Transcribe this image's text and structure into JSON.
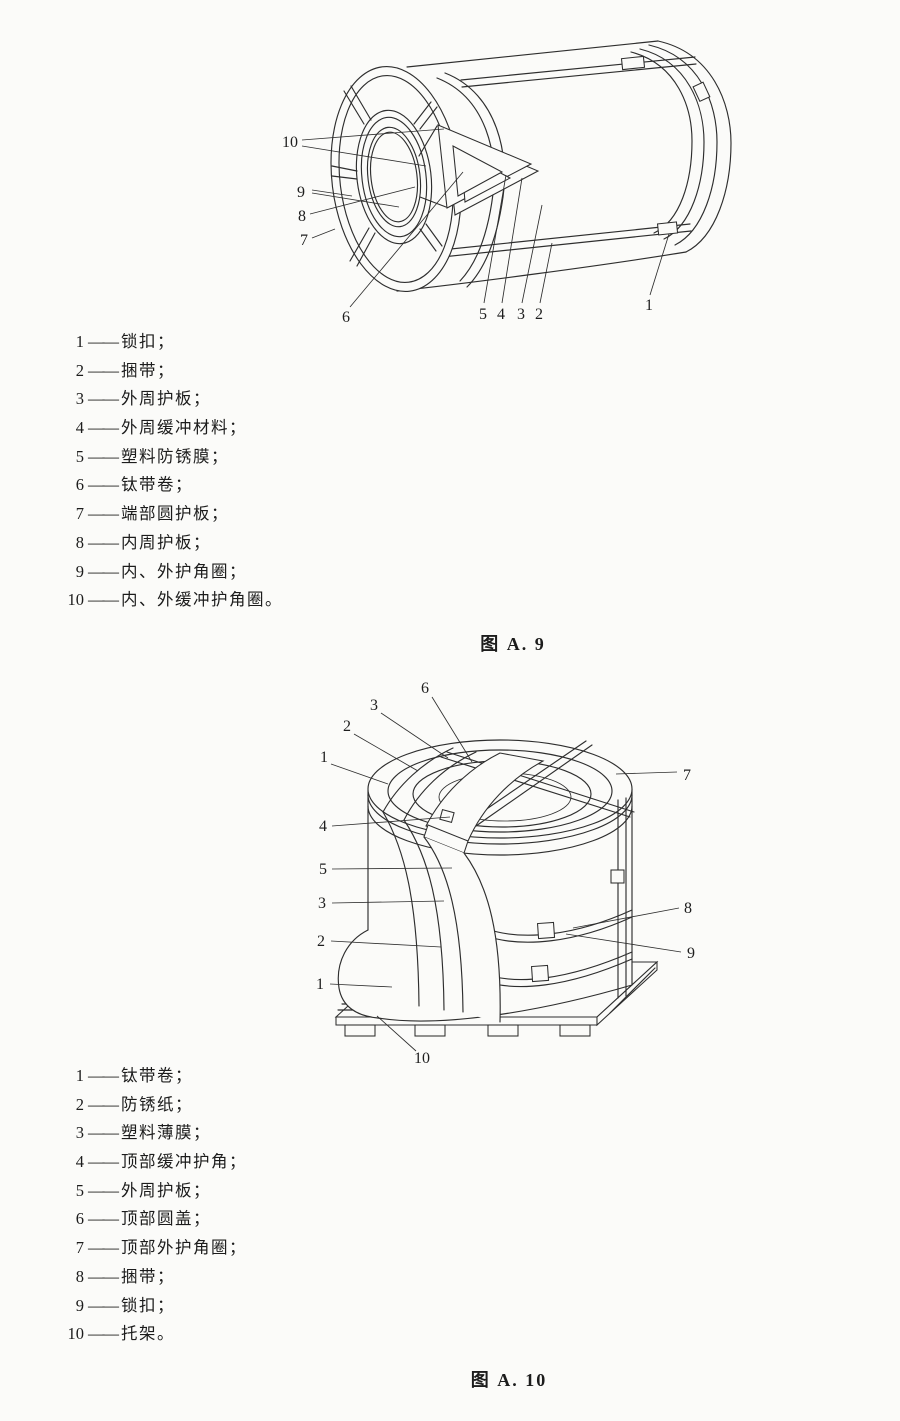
{
  "page": {
    "background": "#fbfbf9",
    "ink": "#2e2e2e",
    "text_color": "#1c1c1c"
  },
  "shared": {
    "dash": "——"
  },
  "figure_a9": {
    "caption": "图 A. 9",
    "callouts": [
      "10",
      "9",
      "8",
      "7",
      "6",
      "5",
      "4",
      "3",
      "2",
      "1"
    ],
    "legend": [
      {
        "num": "1",
        "text": "锁扣；"
      },
      {
        "num": "2",
        "text": "捆带；"
      },
      {
        "num": "3",
        "text": "外周护板；"
      },
      {
        "num": "4",
        "text": "外周缓冲材料；"
      },
      {
        "num": "5",
        "text": "塑料防锈膜；"
      },
      {
        "num": "6",
        "text": "钛带卷；"
      },
      {
        "num": "7",
        "text": "端部圆护板；"
      },
      {
        "num": "8",
        "text": "内周护板；"
      },
      {
        "num": "9",
        "text": "内、外护角圈；"
      },
      {
        "num": "10",
        "text": "内、外缓冲护角圈。"
      }
    ]
  },
  "figure_a10": {
    "caption": "图 A. 10",
    "callouts": [
      "6",
      "3",
      "2",
      "1",
      "7",
      "4",
      "5",
      "3",
      "2",
      "1",
      "8",
      "9",
      "10"
    ],
    "legend": [
      {
        "num": "1",
        "text": "钛带卷；"
      },
      {
        "num": "2",
        "text": "防锈纸；"
      },
      {
        "num": "3",
        "text": "塑料薄膜；"
      },
      {
        "num": "4",
        "text": "顶部缓冲护角；"
      },
      {
        "num": "5",
        "text": "外周护板；"
      },
      {
        "num": "6",
        "text": "顶部圆盖；"
      },
      {
        "num": "7",
        "text": "顶部外护角圈；"
      },
      {
        "num": "8",
        "text": "捆带；"
      },
      {
        "num": "9",
        "text": "锁扣；"
      },
      {
        "num": "10",
        "text": "托架。"
      }
    ]
  }
}
